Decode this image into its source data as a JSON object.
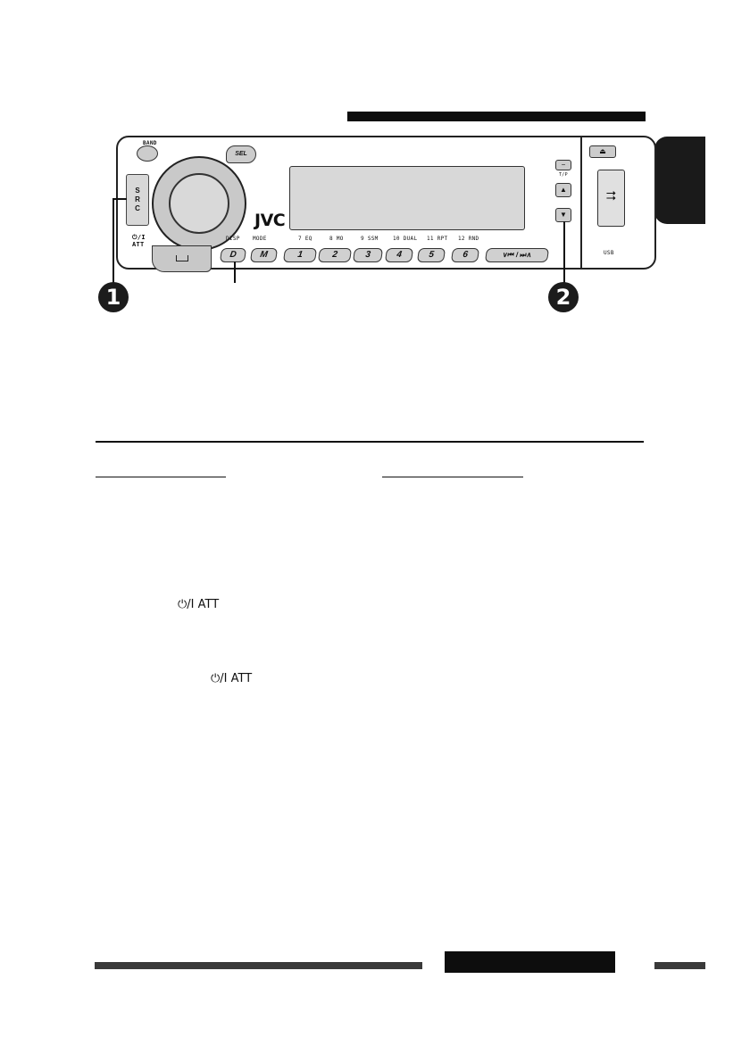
{
  "faceplate": {
    "band_label": "BAND",
    "src_letters": [
      "S",
      "R",
      "C"
    ],
    "power_label": "⏻/I",
    "att_label": "ATT",
    "sel_label": "SEL",
    "logo": "JVC",
    "function_labels": [
      "DISP",
      "MODE",
      "7  EQ",
      "8  MO",
      "9  SSM",
      "10  DUAL",
      "11  RPT",
      "12  RND"
    ],
    "keys": [
      "D",
      "M",
      "1",
      "2",
      "3",
      "4",
      "5",
      "6"
    ],
    "skip_key": "∨⏮ / ⏭∧",
    "tp_label": "T/P",
    "usb_label": "USB",
    "eject_symbol": "⏏",
    "up_symbol": "▲",
    "down_symbol": "▼",
    "usb_symbol": "⮆"
  },
  "callouts": [
    "1",
    "2"
  ],
  "text": {
    "power_att_1": "⏻/I ATT",
    "power_att_2": "⏻/I ATT"
  }
}
